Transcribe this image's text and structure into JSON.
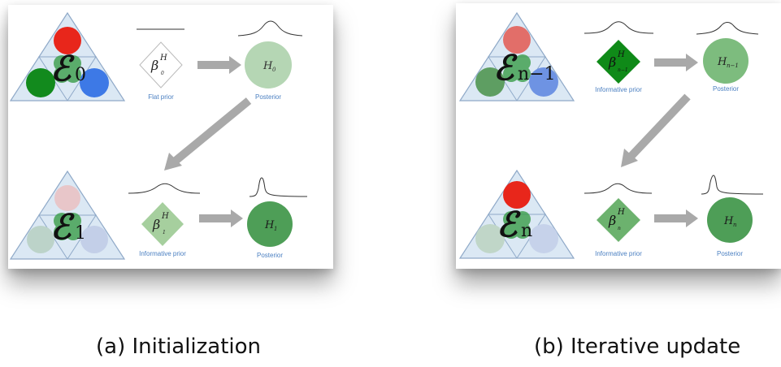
{
  "panel_a": {
    "eps_top_sub": "0",
    "eps_bottom_sub": "1",
    "beta_top_sub": "0",
    "beta_bottom_sub": "1",
    "h_top_sub": "0",
    "h_bottom_sub": "1",
    "beta_sup": "H",
    "prior_top_label": "Flat prior",
    "prior_bottom_label": "Informative prior",
    "posterior_top_label": "Posterior",
    "posterior_bottom_label": "Posterior",
    "caption": "(a) Initialization"
  },
  "panel_b": {
    "eps_top_sub": "n−1",
    "eps_bottom_sub": "n",
    "beta_top_sub": "n−1",
    "beta_bottom_sub": "n",
    "h_top_sub": "n−1",
    "h_bottom_sub": "n",
    "beta_sup": "H",
    "prior_top_label": "Informative prior",
    "prior_bottom_label": "Informative prior",
    "posterior_top_label": "Posterior",
    "posterior_bottom_label": "Posterior",
    "caption": "(b) Iterative update"
  },
  "symbols": {
    "epsilon": "ℰ",
    "beta": "β",
    "h": "H"
  },
  "colors": {
    "red_circle": "#e8261b",
    "green_circle": "#128a1d",
    "blue_circle": "#3d79e6",
    "center_green": "#3a9e4a",
    "triangle_fill": "#dbe8f4",
    "triangle_stroke": "#8fa9c8",
    "posterior_fill": "#4e9e57",
    "arrow_gray": "#a9a9a9",
    "label_blue": "#4a7fc1"
  }
}
